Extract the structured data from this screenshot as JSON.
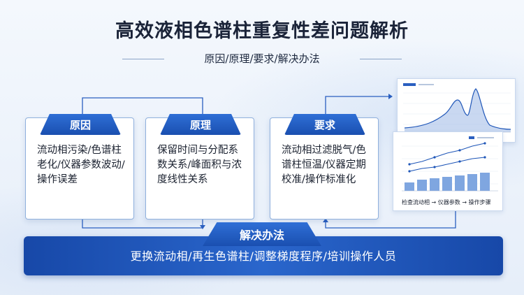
{
  "title": "高效液相色谱柱重复性差问题解析",
  "subtitle": "原因/原理/要求/解决办法",
  "cards": [
    {
      "label": "原因",
      "body": "流动相污染/色谱柱老化/仪器参数波动/操作误差"
    },
    {
      "label": "原理",
      "body": "保留时间与分配系数关系/峰面积与浓度线性关系"
    },
    {
      "label": "要求",
      "body": "流动相过滤脱气/色谱柱恒温/仪器定期校准/操作标准化"
    }
  ],
  "flow": {
    "step1": "检查流动相",
    "step2": "仪器参数",
    "step3": "操作步骤",
    "arrow": "→"
  },
  "solution": {
    "label": "解决办法",
    "body": "更换流动相/再生色谱柱/调整梯度程序/培训操作人员"
  },
  "colors": {
    "primary": "#1a4fb0",
    "accent": "#2f6fd6",
    "border": "#8fb0dd"
  }
}
